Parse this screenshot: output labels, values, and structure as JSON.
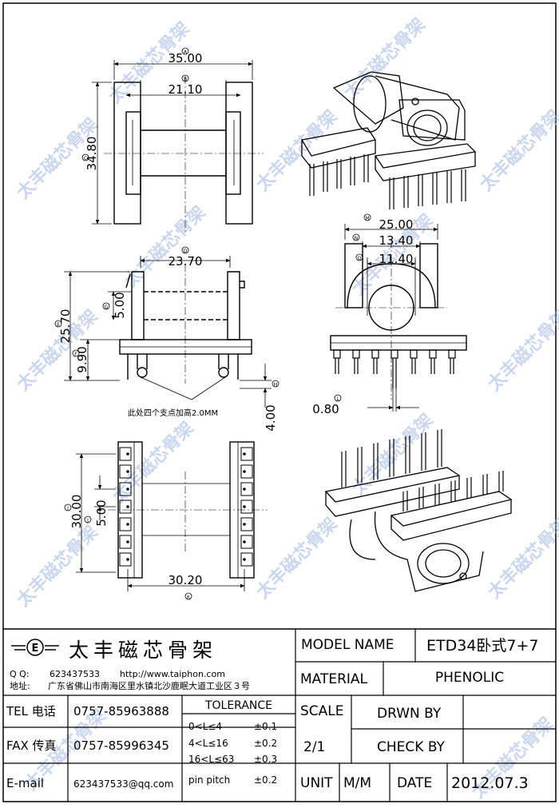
{
  "watermark": "太丰磁芯骨架",
  "dims": {
    "A": {
      "letter": "A",
      "value": "35.00"
    },
    "B": {
      "letter": "B",
      "value": "21.10"
    },
    "C": {
      "letter": "C",
      "value": "34.80"
    },
    "D": {
      "letter": "D",
      "value": "23.70"
    },
    "E": {
      "letter": "E",
      "value": "25.70"
    },
    "F": {
      "letter": "F",
      "value": "9.90"
    },
    "G": {
      "letter": "G",
      "value": "5.00"
    },
    "H": {
      "letter": "H",
      "value": "4.00"
    },
    "I": {
      "letter": "I",
      "value": "30.00"
    },
    "J": {
      "letter": "J",
      "value": "5.00"
    },
    "K": {
      "letter": "K",
      "value": "30.20"
    },
    "L": {
      "letter": "L",
      "value": "0.80"
    },
    "M": {
      "letter": "M",
      "value": "25.00"
    },
    "N": {
      "letter": "N",
      "value": "13.40"
    },
    "O": {
      "letter": "O",
      "value": "11.40"
    }
  },
  "note": "此处四个支点加高2.0MM",
  "company": {
    "name": "太丰磁芯骨架",
    "qq_label": "Q Q:",
    "qq": "623437533",
    "website": "http://www.taiphon.com",
    "address_label": "地址:",
    "address": "广东省佛山市南海区里水镇北沙鹿眠大道工业区３号"
  },
  "contact": {
    "tel_label": "TEL 电话",
    "tel": "0757-85963888",
    "fax_label": "FAX 传真",
    "fax": "0757-85996345",
    "email_label": "E-mail",
    "email": "623437533@qq.com"
  },
  "tolerance": {
    "header": "TOLERANCE",
    "rows": [
      {
        "range": "0<L≤4",
        "value": "±0.1"
      },
      {
        "range": "4<L≤16",
        "value": "±0.2"
      },
      {
        "range": "16<L≤63",
        "value": "±0.3"
      },
      {
        "range": "pin pitch",
        "value": "±0.2"
      }
    ]
  },
  "title_block": {
    "model_label": "MODEL NAME",
    "model_value": "ETD34卧式7+7",
    "material_label": "MATERIAL",
    "material_value": "PHENOLIC",
    "scale_label": "SCALE",
    "scale_value": "2/1",
    "drawn_label": "DRWN BY",
    "check_label": "CHECK BY",
    "unit_label": "UNIT",
    "unit_value": "M/M",
    "date_label": "DATE",
    "date_value": "2012.07.3"
  }
}
